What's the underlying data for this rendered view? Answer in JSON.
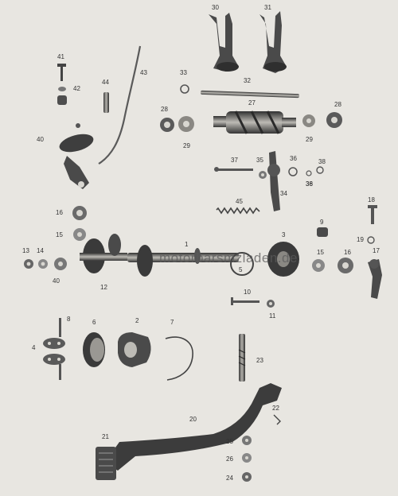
{
  "watermark": "motorbarsmzladen.de",
  "parts": [
    {
      "id": "30",
      "label": "30"
    },
    {
      "id": "31",
      "label": "31"
    },
    {
      "id": "41",
      "label": "41"
    },
    {
      "id": "42",
      "label": "42"
    },
    {
      "id": "44",
      "label": "44"
    },
    {
      "id": "43",
      "label": "43"
    },
    {
      "id": "33",
      "label": "33"
    },
    {
      "id": "32",
      "label": "32"
    },
    {
      "id": "27",
      "label": "27"
    },
    {
      "id": "28a",
      "label": "28"
    },
    {
      "id": "28b",
      "label": "28"
    },
    {
      "id": "29a",
      "label": "29"
    },
    {
      "id": "29b",
      "label": "29"
    },
    {
      "id": "40a",
      "label": "40"
    },
    {
      "id": "37",
      "label": "37"
    },
    {
      "id": "35",
      "label": "35"
    },
    {
      "id": "36a",
      "label": "36"
    },
    {
      "id": "36b",
      "label": "36"
    },
    {
      "id": "38a",
      "label": "38"
    },
    {
      "id": "38b",
      "label": "38"
    },
    {
      "id": "34",
      "label": "34"
    },
    {
      "id": "45",
      "label": "45"
    },
    {
      "id": "16a",
      "label": "16"
    },
    {
      "id": "15a",
      "label": "15"
    },
    {
      "id": "18",
      "label": "18"
    },
    {
      "id": "9",
      "label": "9"
    },
    {
      "id": "19",
      "label": "19"
    },
    {
      "id": "13",
      "label": "13"
    },
    {
      "id": "14",
      "label": "14"
    },
    {
      "id": "40b",
      "label": "40"
    },
    {
      "id": "12",
      "label": "12"
    },
    {
      "id": "1",
      "label": "1"
    },
    {
      "id": "5",
      "label": "5"
    },
    {
      "id": "3",
      "label": "3"
    },
    {
      "id": "15b",
      "label": "15"
    },
    {
      "id": "16b",
      "label": "16"
    },
    {
      "id": "17",
      "label": "17"
    },
    {
      "id": "10",
      "label": "10"
    },
    {
      "id": "11",
      "label": "11"
    },
    {
      "id": "8",
      "label": "8"
    },
    {
      "id": "6",
      "label": "6"
    },
    {
      "id": "2",
      "label": "2"
    },
    {
      "id": "7",
      "label": "7"
    },
    {
      "id": "4",
      "label": "4"
    },
    {
      "id": "23",
      "label": "23"
    },
    {
      "id": "22",
      "label": "22"
    },
    {
      "id": "20",
      "label": "20"
    },
    {
      "id": "21",
      "label": "21"
    },
    {
      "id": "25",
      "label": "25"
    },
    {
      "id": "26",
      "label": "26"
    },
    {
      "id": "24",
      "label": "24"
    }
  ]
}
